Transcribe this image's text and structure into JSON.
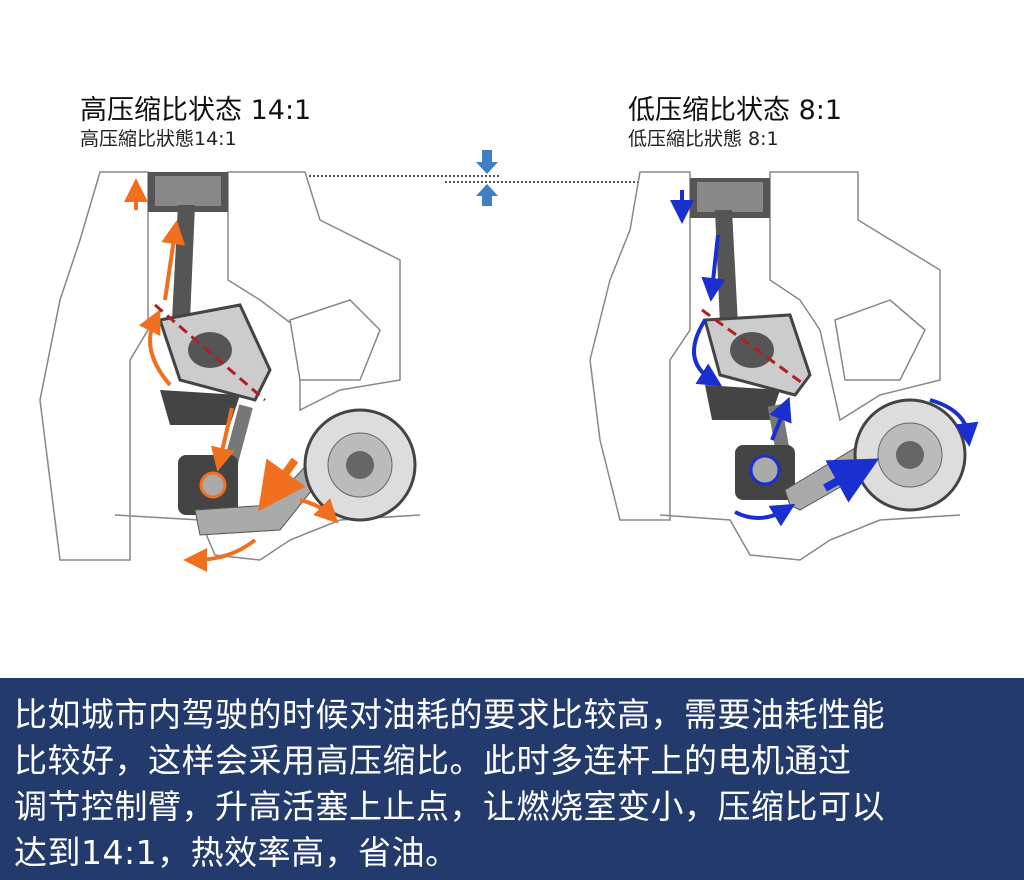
{
  "left_panel": {
    "title": "高压缩比状态 14:1",
    "subtitle": "高压縮比狀態14:1",
    "arrow_color": "#f07020"
  },
  "right_panel": {
    "title": "低压缩比状态 8:1",
    "subtitle": "低压縮比狀態 8:1",
    "arrow_color": "#1a2fd0"
  },
  "indicator_color": "#3f7fc4",
  "caption": {
    "background": "#233a6c",
    "lines": [
      "比如城市内驾驶的时候对油耗的要求比较高，需要油耗性能",
      "比较好，这样会采用高压缩比。此时多连杆上的电机通过",
      "调节控制臂，升高活塞上止点，让燃烧室变小，压缩比可以",
      "达到14:1，热效率高，省油。"
    ]
  }
}
